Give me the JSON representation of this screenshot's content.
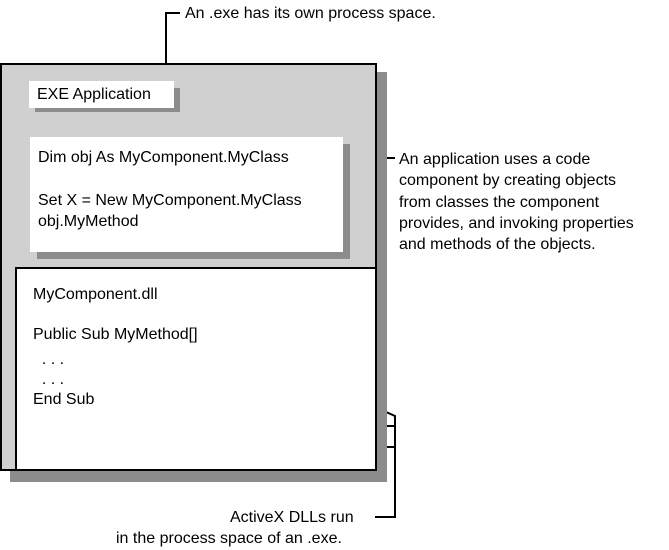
{
  "callouts": {
    "process_space": "An .exe has its own process space.",
    "application_uses": [
      "An application uses a code",
      "component by creating objects",
      "from classes the component",
      "provides, and invoking properties",
      "and methods of the objects."
    ],
    "activex": [
      "ActiveX DLLs run",
      "in the process space of an .exe."
    ]
  },
  "exe": {
    "label": "EXE Application",
    "code_lines": [
      "Dim obj As MyComponent.MyClass",
      "",
      "Set X = New MyComponent.MyClass",
      "obj.MyMethod"
    ]
  },
  "dll": {
    "lines": [
      "MyComponent.dll",
      "",
      "Public Sub MyMethod[]",
      "  . . .",
      "  . . .",
      "End Sub"
    ]
  }
}
